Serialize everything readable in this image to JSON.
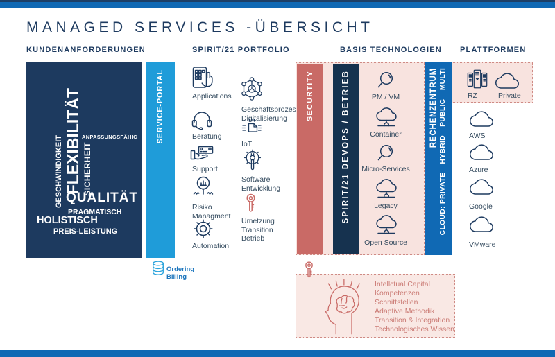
{
  "title": "MANAGED SERVICES -ÜBERSICHT",
  "headers": {
    "kundenanforderungen": "KUNDENANFORDERUNGEN",
    "portfolio": "SPIRIT/21 PORTFOLIO",
    "basis_technologien": "BASIS TECHNOLOGIEN",
    "plattformen": "PLATTFORMEN"
  },
  "wordcloud": {
    "geschwindigkeit": "GESCHWINDIGKEIT",
    "flexibilitaet": "FLEXIBILITÄT",
    "sicherheit": "SICHERHEIT",
    "anpassungsfaehig": "ANPASSUNGSFÄHIG",
    "qualitaet": "QUALITÄT",
    "pragmatisch": "PRAGMATISCH",
    "holistisch": "HOLISTISCH",
    "preis_leistung": "PREIS-LEISTUNG"
  },
  "bars": {
    "service_portal": "SERVICE-PORTAL",
    "security": "SECURTITY",
    "devops": "SPIRIT/21 DEVOPS / BETRIEB",
    "rechenzentrum": "RECHENZENTRUM",
    "cloud_modes": "CLOUD: PRIVATE – HYBRID – PUBLIC – MULTI"
  },
  "portfolio": {
    "left": [
      {
        "label": "Applications"
      },
      {
        "label": "Beratung"
      },
      {
        "label": "Support"
      },
      {
        "label": "Risiko\nManagment"
      },
      {
        "label": "Automation"
      }
    ],
    "right": [
      {
        "label": "Geschäftsprozess\nDigitalisierung"
      },
      {
        "label": "IoT"
      },
      {
        "label": "Software\nEntwicklung"
      },
      {
        "label": "Umetzung\nTransition\nBetrieb"
      }
    ]
  },
  "basis": {
    "items": [
      {
        "label": "PM / VM"
      },
      {
        "label": "Container"
      },
      {
        "label": "Micro-Services"
      },
      {
        "label": "Legacy"
      },
      {
        "label": "Open Source"
      }
    ]
  },
  "plattformen": {
    "datacenter": [
      {
        "label": "RZ"
      },
      {
        "label": "Private"
      }
    ],
    "clouds": [
      {
        "label": "AWS"
      },
      {
        "label": "Azure"
      },
      {
        "label": "Google"
      },
      {
        "label": "VMware"
      }
    ]
  },
  "service_portal_footer": {
    "label": "Ordering\nBilling"
  },
  "capital": {
    "items": [
      "Intellctual Capital",
      "Kompetenzen",
      "Schnittstellen",
      "Adaptive Methodik",
      "Transition & Integration",
      "Technologisches Wissen"
    ]
  },
  "colors": {
    "navy": "#1d3a5f",
    "steel_blue": "#1069b4",
    "light_blue": "#1f9cd9",
    "salmon": "#c96a66",
    "panel_pink": "#f8e3df"
  }
}
